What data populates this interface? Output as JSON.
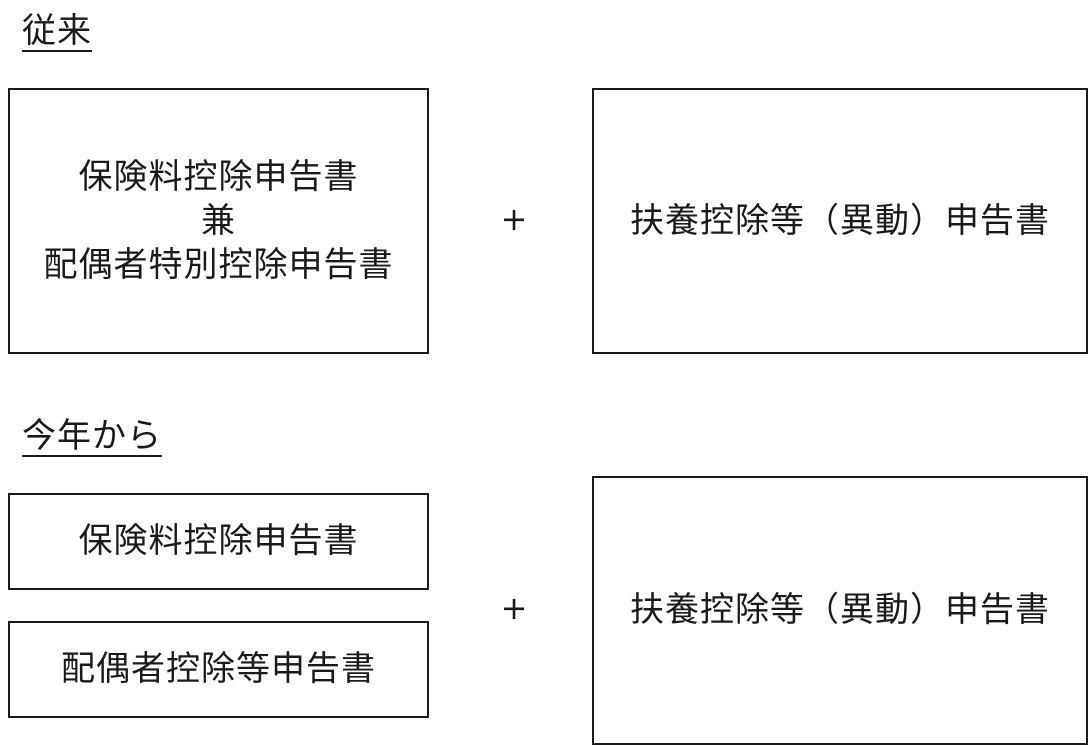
{
  "sections": {
    "before": {
      "heading": "従来",
      "left_box": {
        "line1": "保険料控除申告書",
        "line2": "兼",
        "line3": "配偶者特別控除申告書"
      },
      "operator": "+",
      "right_box": "扶養控除等（異動）申告書"
    },
    "after": {
      "heading": "今年から",
      "left_top_box": "保険料控除申告書",
      "left_bottom_box": "配偶者控除等申告書",
      "operator": "+",
      "right_box": "扶養控除等（異動）申告書"
    }
  }
}
